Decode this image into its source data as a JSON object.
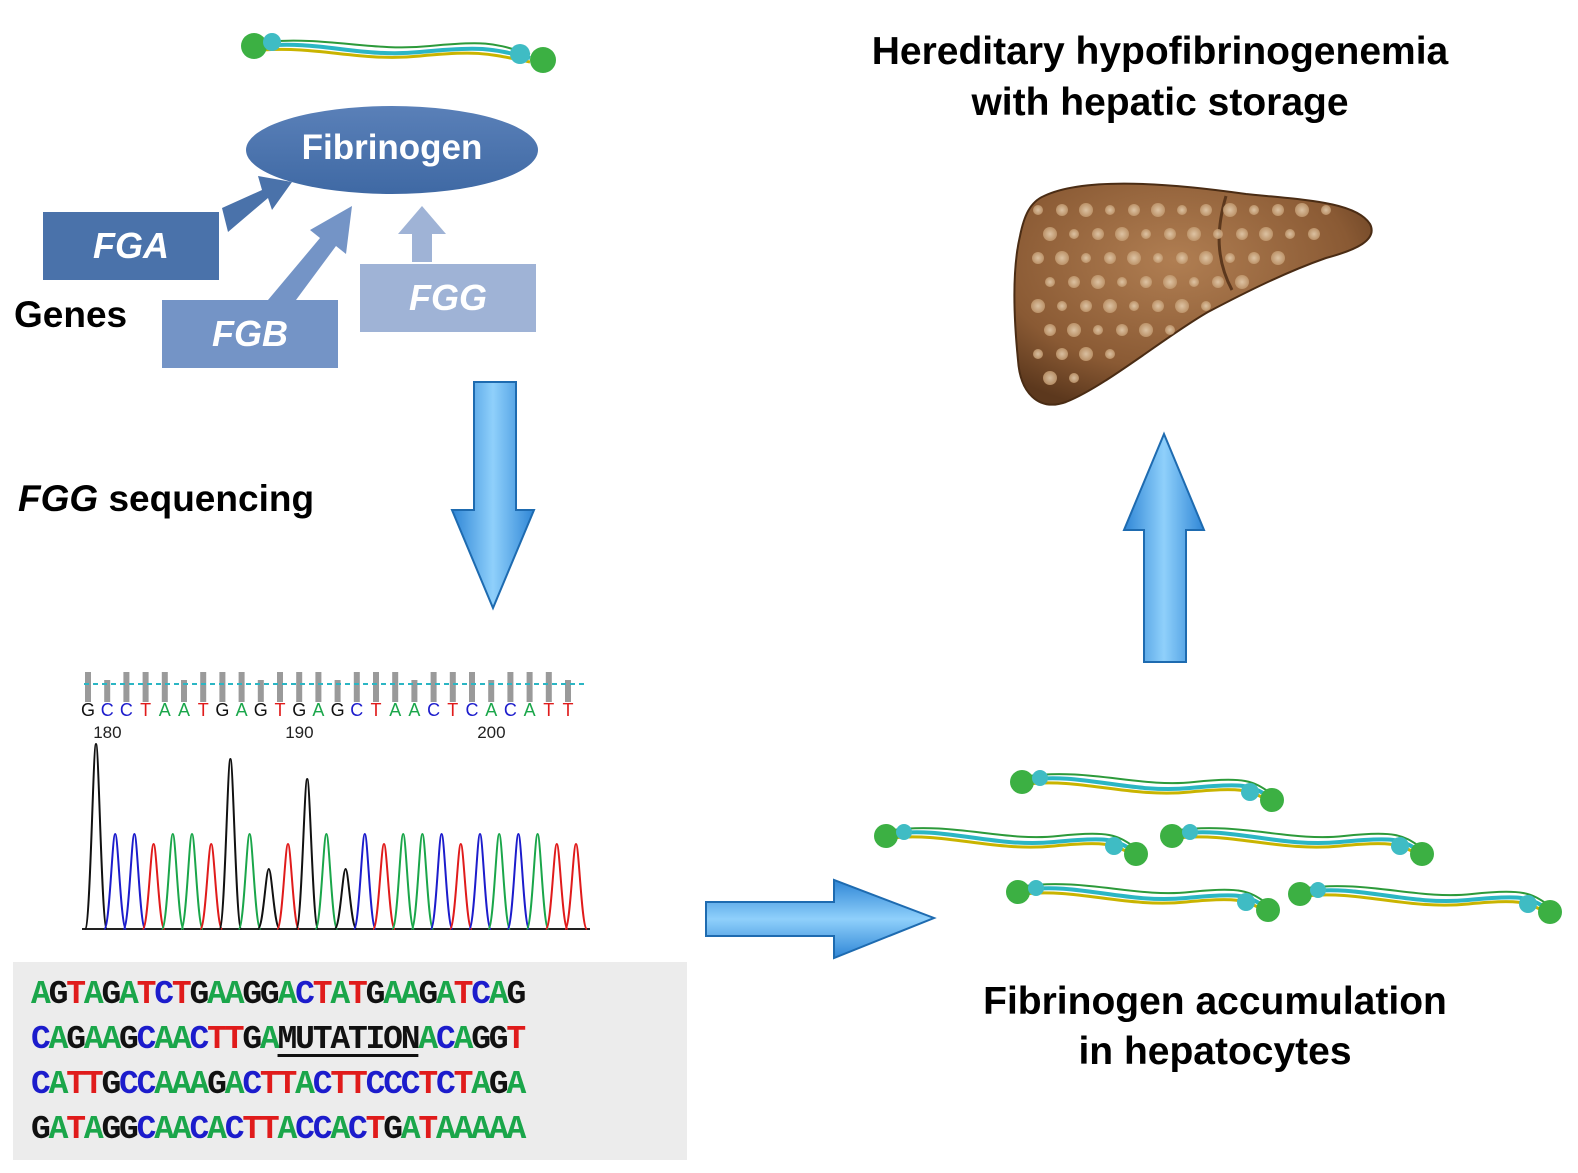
{
  "title": {
    "line1": "Hereditary hypofibrinogenemia",
    "line2": "with hepatic storage"
  },
  "protein": {
    "label": "Fibrinogen"
  },
  "genes": {
    "label": "Genes",
    "fga": "FGA",
    "fgb": "FGB",
    "fgg": "FGG"
  },
  "sequencing": {
    "gene": "FGG",
    "rest": " sequencing"
  },
  "chromatogram": {
    "bases": [
      "G",
      "C",
      "C",
      "T",
      "A",
      "A",
      "T",
      "G",
      "A",
      "G",
      "T",
      "G",
      "A",
      "G",
      "C",
      "T",
      "A",
      "A",
      "C",
      "T",
      "C",
      "A",
      "C",
      "A",
      "T",
      "T"
    ],
    "tick_labels": [
      "180",
      "190",
      "200"
    ]
  },
  "sequence_lines": [
    "AGTAGATCTGAAGGACTATGAAGATCAG",
    "CAGAAGCAACTTGAMUTATIONACAGGT",
    "CATTGCCAAAGACTTACTTCCCTCTAGA",
    "GATAGGCAACACTTACCACTGATAAAAA"
  ],
  "mutation_word": "MUTATION",
  "accumulation": {
    "line1": "Fibrinogen accumulation",
    "line2": "in hepatocytes"
  },
  "colors": {
    "box_dark": "#4a72aa",
    "box_mid": "#7494c6",
    "box_light": "#9fb3d6",
    "arrow_blue": "#3b9be0",
    "base_A": "#1aa64a",
    "base_T": "#e01b1b",
    "base_G": "#111111",
    "base_C": "#1c1ccc"
  }
}
